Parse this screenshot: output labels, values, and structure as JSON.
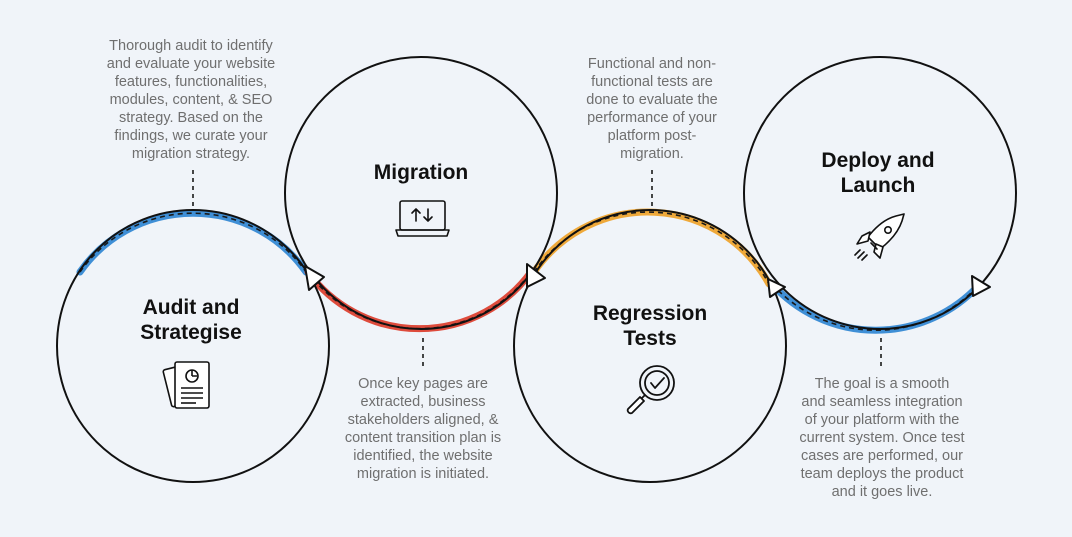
{
  "colors": {
    "background": "#f0f4f9",
    "circle_stroke": "#111111",
    "arc_blue": "#3f8fd6",
    "arc_red": "#de4b3c",
    "arc_orange": "#efa93a",
    "text_desc": "#6f6f6f",
    "text_title": "#111111"
  },
  "steps": [
    {
      "title": "Audit and\nStrategise",
      "icon": "document-icon",
      "description": "Thorough audit to identify\nand evaluate your website\nfeatures, functionalities,\nmodules, content, & SEO\nstrategy. Based on the\nfindings, we curate your\nmigration strategy."
    },
    {
      "title": "Migration",
      "icon": "laptop-transfer-icon",
      "description": "Once key pages are\nextracted, business\nstakeholders aligned, &\ncontent transition plan is\nidentified, the website\nmigration is initiated."
    },
    {
      "title": "Regression\nTests",
      "icon": "magnifier-check-icon",
      "description": "Functional and non-\nfunctional tests are\ndone to evaluate the\nperformance of your\nplatform post-\nmigration."
    },
    {
      "title": "Deploy and\nLaunch",
      "icon": "rocket-icon",
      "description": "The goal is a smooth\nand seamless integration\nof your platform with the\ncurrent system. Once test\ncases are performed, our\nteam deploys the product\nand it goes live."
    }
  ]
}
